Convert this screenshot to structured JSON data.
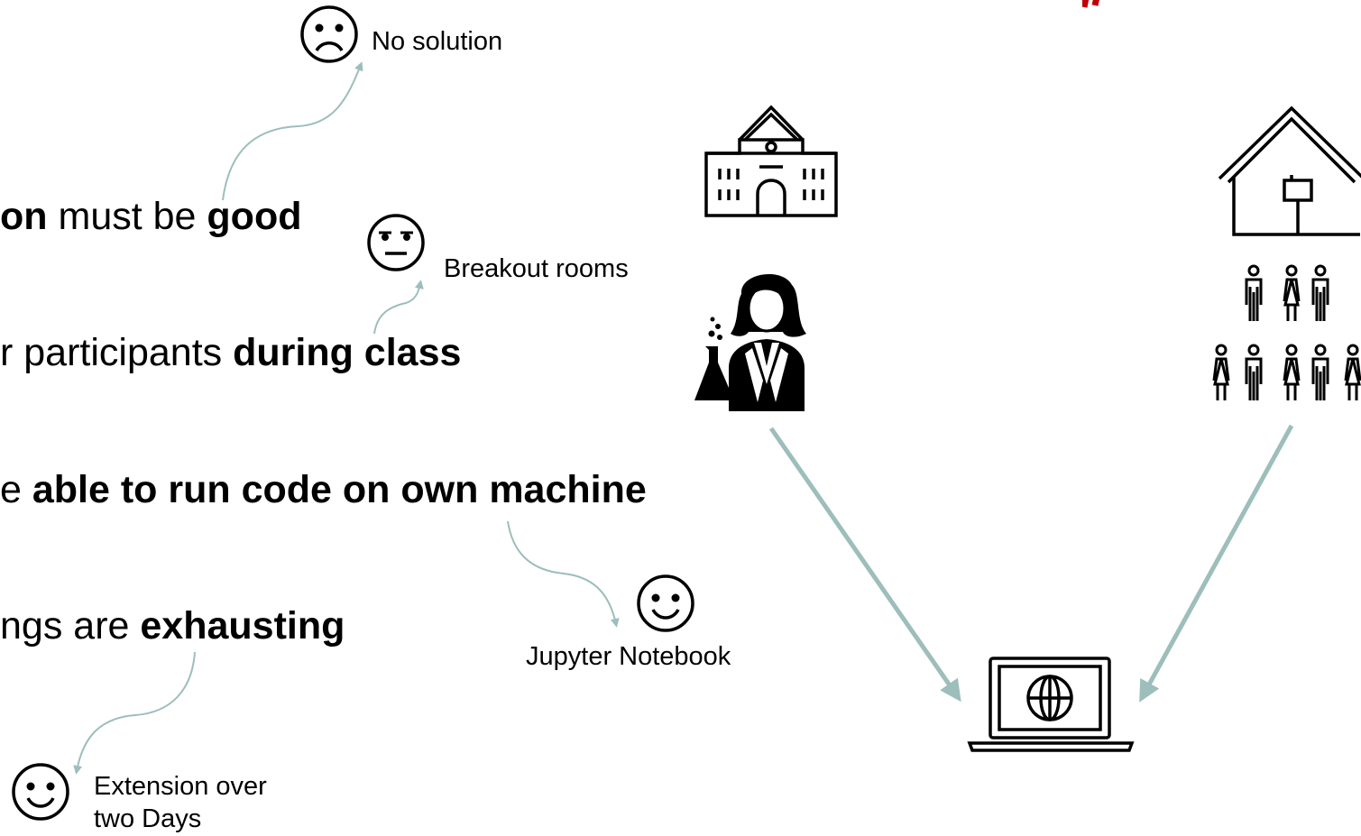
{
  "statements": [
    {
      "parts": [
        {
          "t": "on",
          "b": true
        },
        {
          "t": " must be ",
          "b": false
        },
        {
          "t": "good",
          "b": true
        }
      ]
    },
    {
      "parts": [
        {
          "t": "r participants ",
          "b": false
        },
        {
          "t": "during class",
          "b": true
        }
      ]
    },
    {
      "parts": [
        {
          "t": "e ",
          "b": false
        },
        {
          "t": "able to run code on own machine",
          "b": true
        }
      ]
    },
    {
      "parts": [
        {
          "t": "ngs are ",
          "b": false
        },
        {
          "t": "exhausting",
          "b": true
        }
      ]
    }
  ],
  "notes": {
    "no_solution": "No solution",
    "breakout_rooms": "Breakout rooms",
    "jupyter_notebook": "Jupyter Notebook",
    "extension_line1": "Extension over",
    "extension_line2": "two Days"
  },
  "colors": {
    "arrow": "#9dbebb",
    "accent": "#c00000",
    "ink": "#000000"
  },
  "icons": [
    "sad-face-icon",
    "neutral-face-icon",
    "happy-face-icon",
    "university-building-icon",
    "scientist-icon",
    "house-icon",
    "people-group-icon",
    "laptop-globe-icon"
  ]
}
